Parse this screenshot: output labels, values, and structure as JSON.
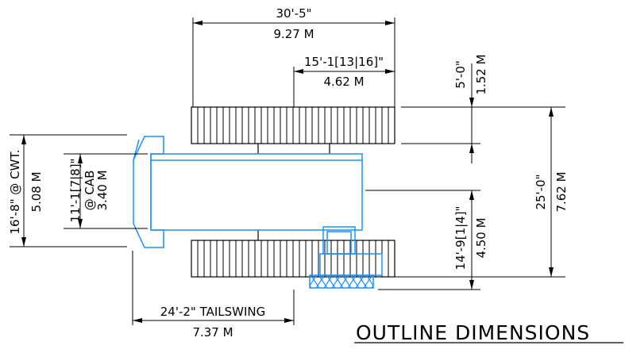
{
  "drawing": {
    "title": "OUTLINE DIMENSIONS",
    "colors": {
      "line": "#000000",
      "machine": "#1e90ff"
    },
    "dimensions": {
      "overall_length": {
        "imperial": "30'-5\"",
        "metric": "9.27 M"
      },
      "half_length": {
        "imperial": "15'-1[13|16]\"",
        "metric": "4.62 M"
      },
      "track_width": {
        "imperial": "5'-0\"",
        "metric": "1.52 M"
      },
      "overall_width": {
        "imperial": "25'-0\"",
        "metric": "7.62 M"
      },
      "center_offset": {
        "imperial": "14'-9[1|4]\"",
        "metric": "4.50 M"
      },
      "cwt_width": {
        "imperial": "16'-8\" @ CWT.",
        "metric": "5.08 M"
      },
      "cab_width": {
        "imperial": "11'-1[7|8]\"",
        "label": "@ CAB",
        "metric": "3.40 M"
      },
      "tailswing": {
        "imperial": "24'-2\" TAILSWING",
        "metric": "7.37 M"
      }
    }
  }
}
